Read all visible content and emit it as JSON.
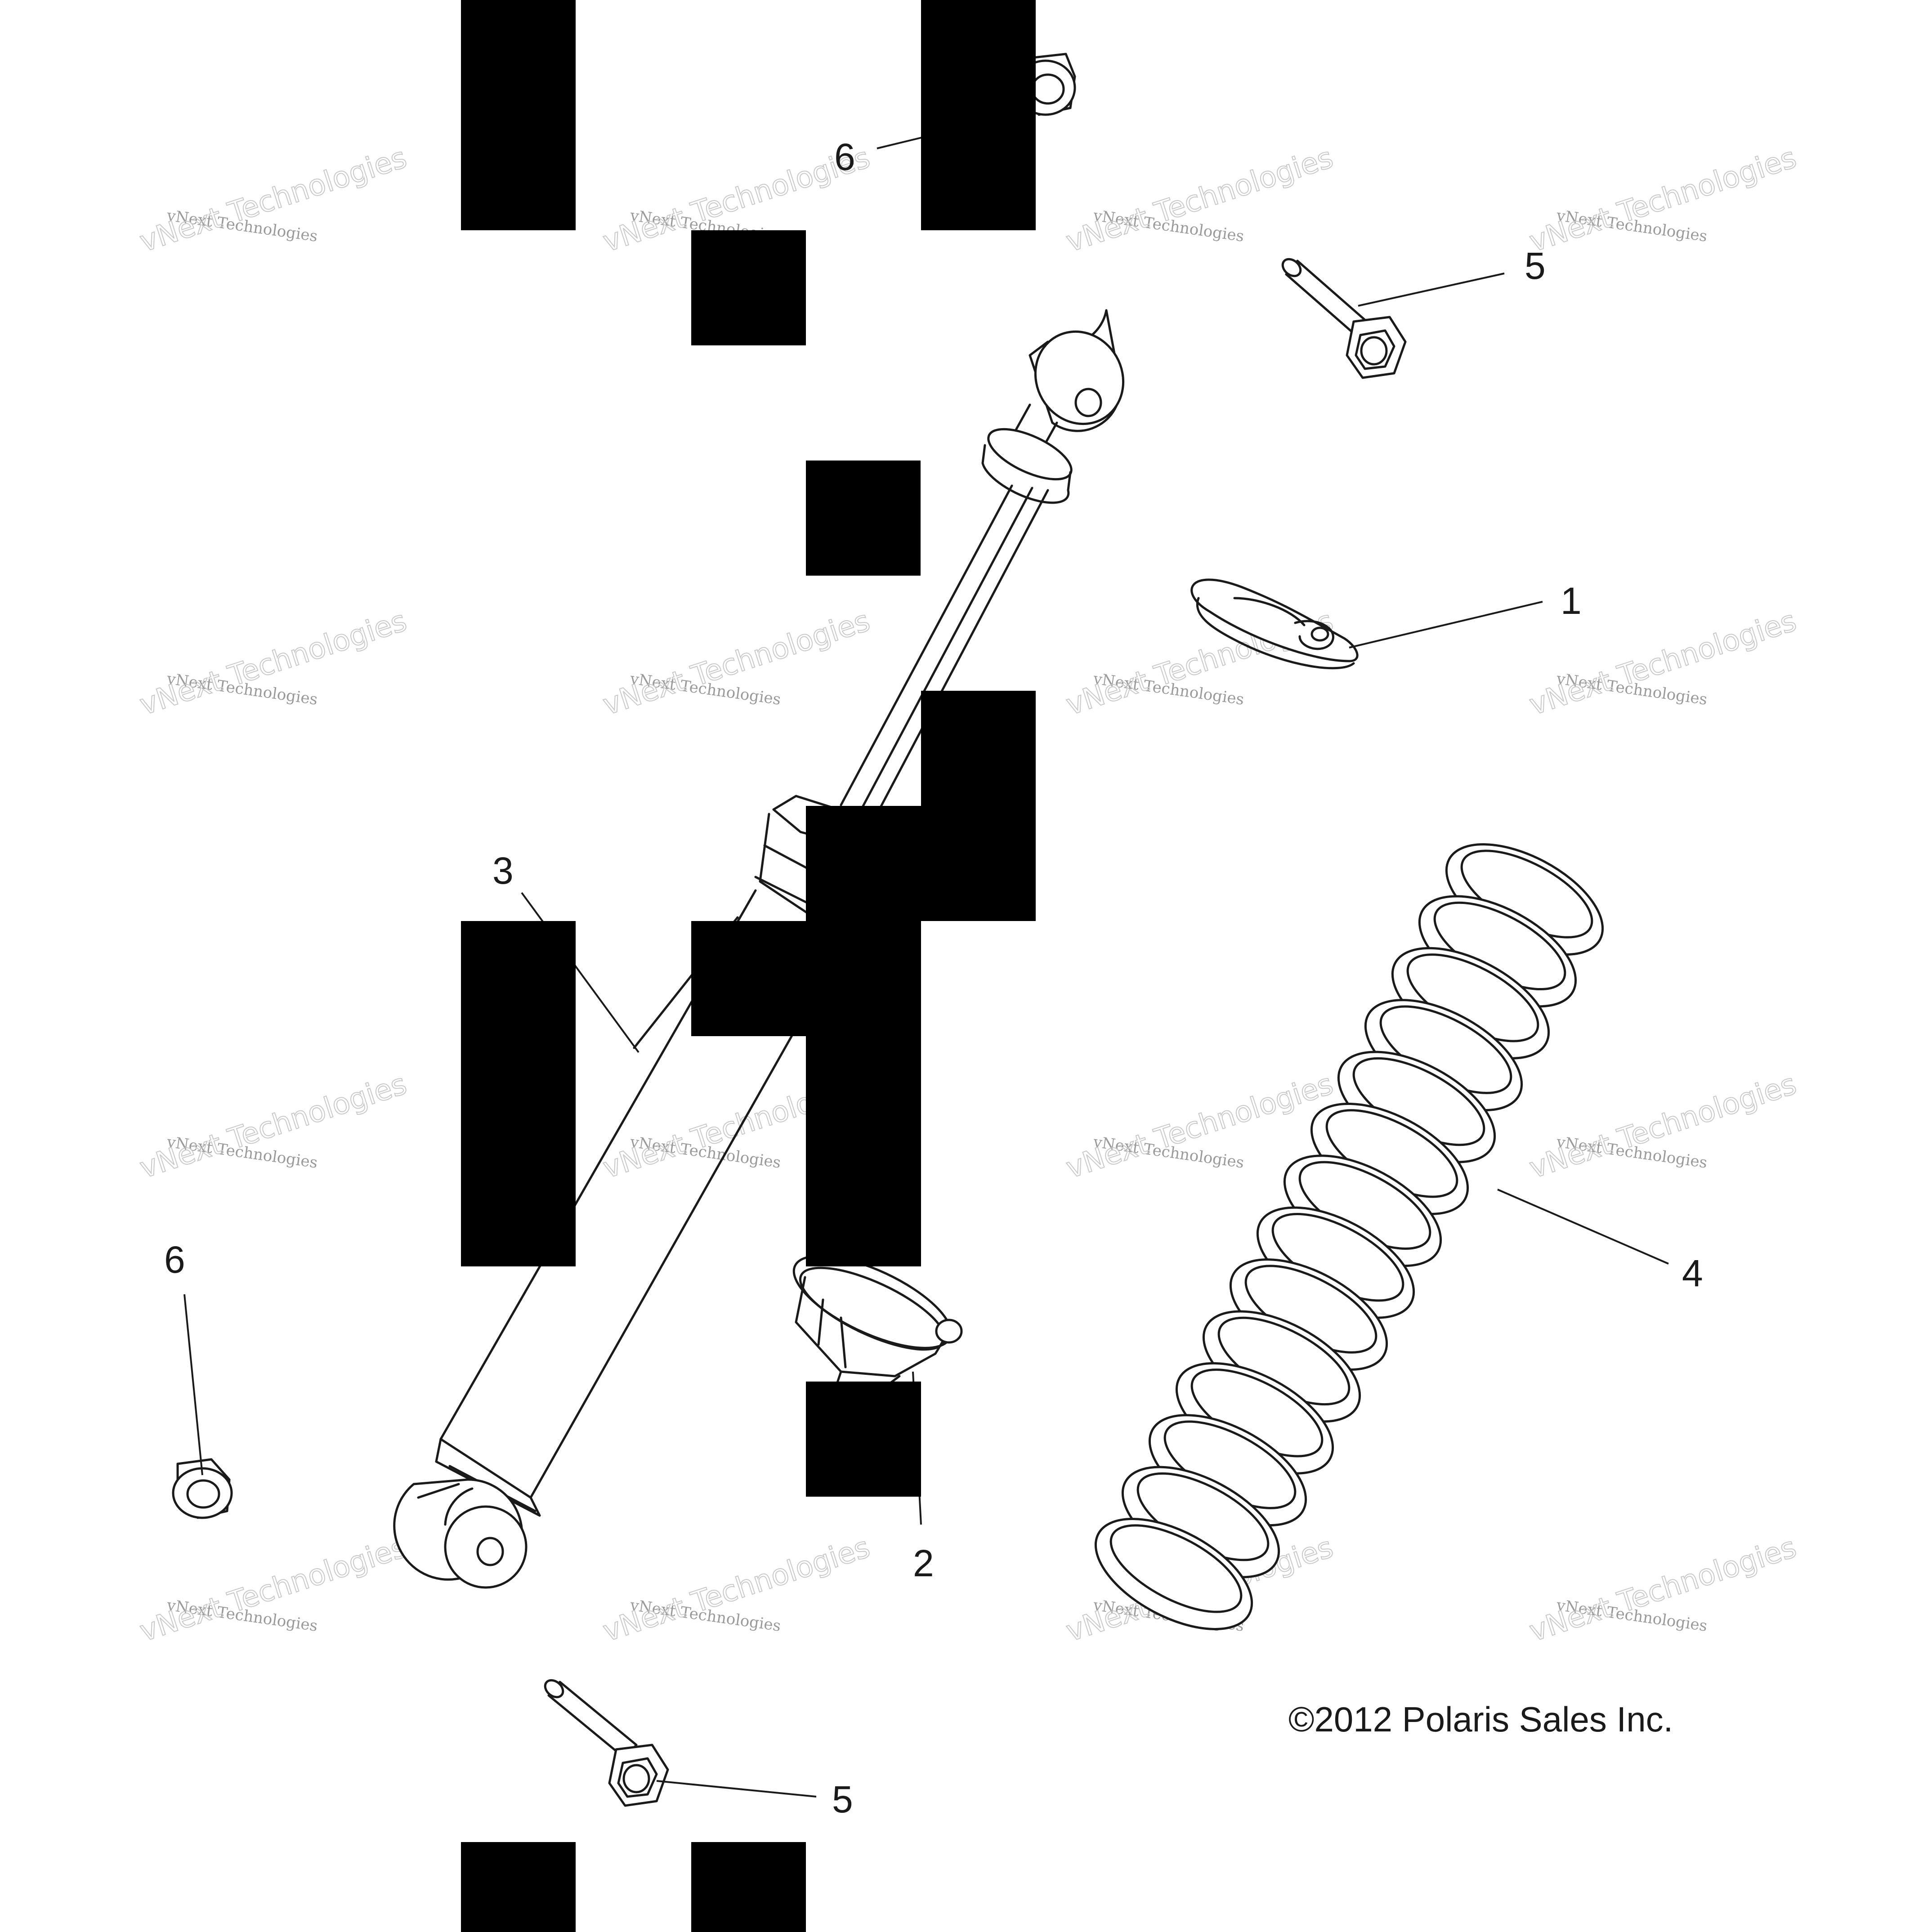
{
  "watermark": {
    "line1": "vNext Technologies",
    "line2": "vNext Technologies"
  },
  "callouts": {
    "c1": "1",
    "c2": "2",
    "c3": "3",
    "c4": "4",
    "c5a": "5",
    "c5b": "5",
    "c6a": "6",
    "c6b": "6"
  },
  "copyright": "©2012 Polaris Sales Inc.",
  "colors": {
    "line": "#1a1a1a",
    "redaction": "#000000",
    "watermark": "#9a9a9a",
    "background": "#ffffff"
  }
}
